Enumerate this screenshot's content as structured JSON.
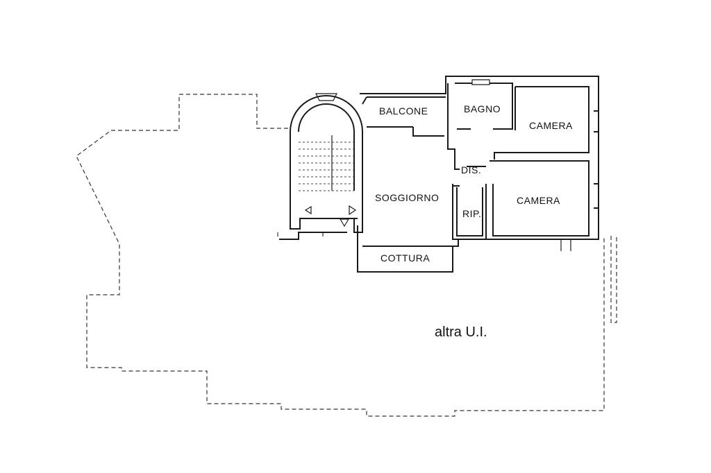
{
  "rooms": {
    "balcone": "BALCONE",
    "bagno": "BAGNO",
    "camera_1": "CAMERA",
    "camera_2": "CAMERA",
    "dis": "DIS.",
    "soggiorno": "SOGGIORNO",
    "rip": "RIP.",
    "cottura": "COTTURA"
  },
  "other_unit_label": "altra U.I."
}
